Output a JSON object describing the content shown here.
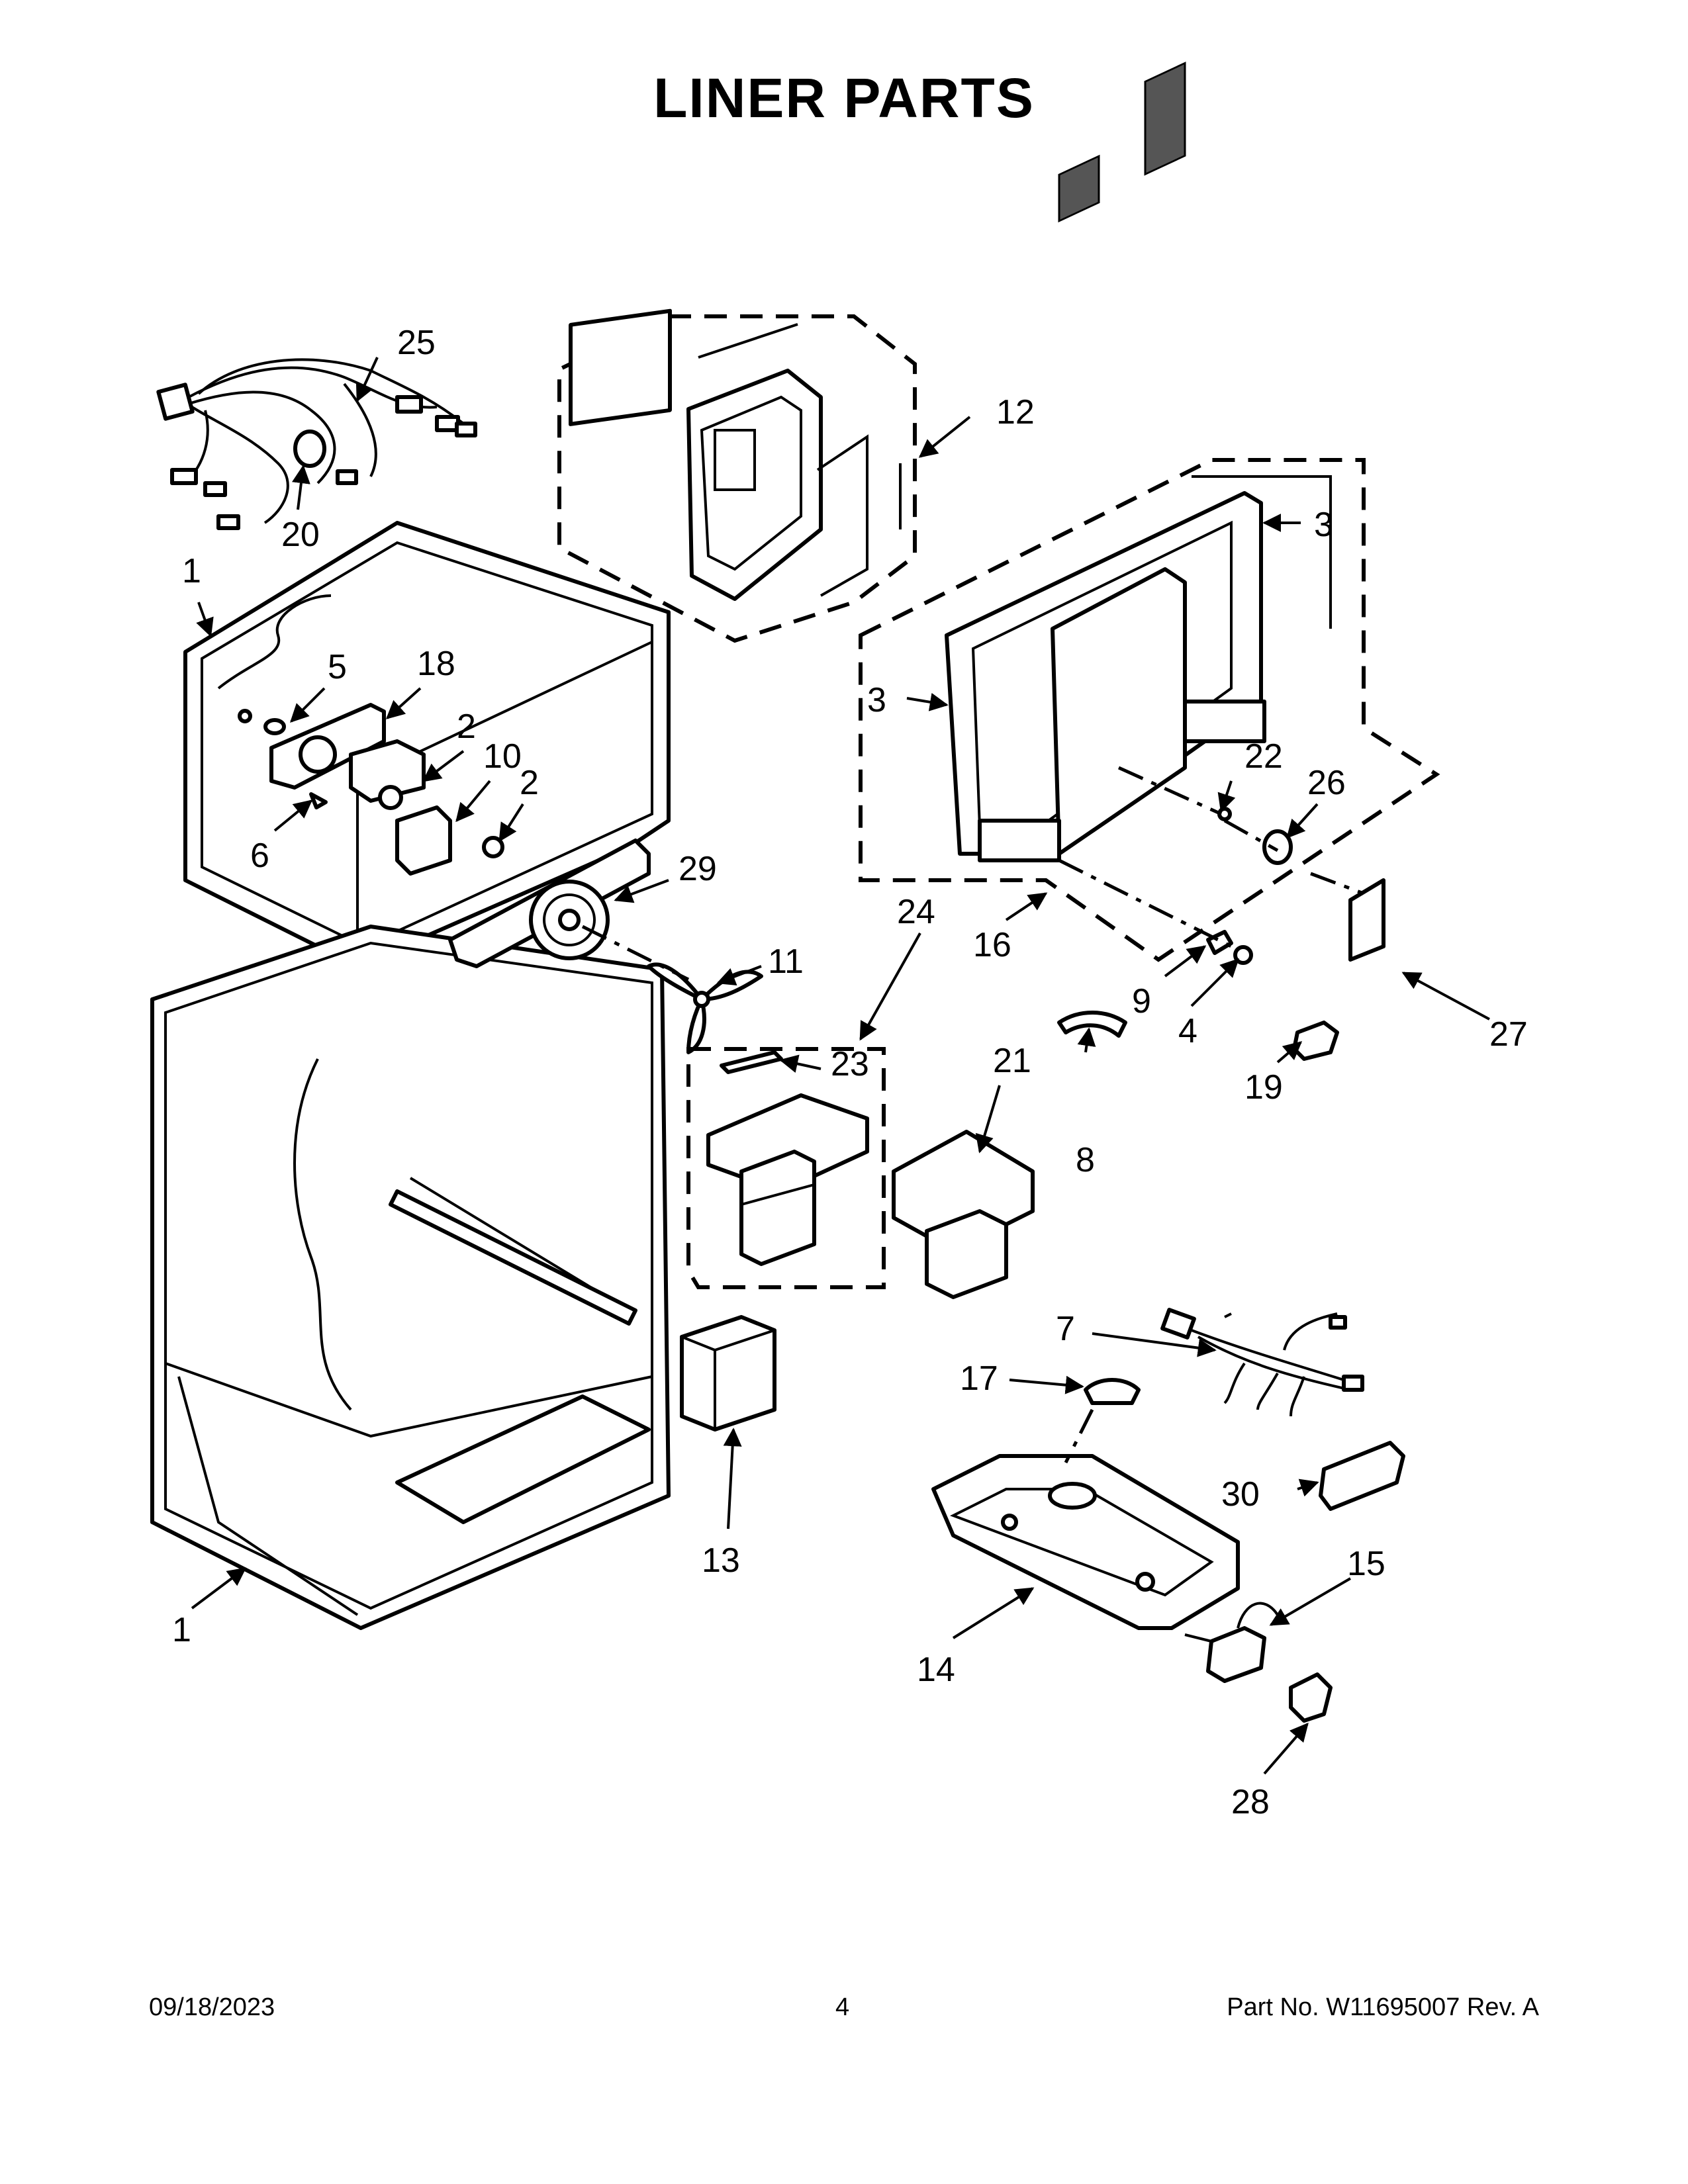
{
  "title": "LINER PARTS",
  "callouts": {
    "c1": "1",
    "c2": "2",
    "c3": "3",
    "c4": "4",
    "c5": "5",
    "c6": "6",
    "c7": "7",
    "c8": "8",
    "c9": "9",
    "c10": "10",
    "c11": "11",
    "c12": "12",
    "c13": "13",
    "c14": "14",
    "c15": "15",
    "c16": "16",
    "c17": "17",
    "c18": "18",
    "c19": "19",
    "c20": "20",
    "c21": "21",
    "c22": "22",
    "c23": "23",
    "c24": "24",
    "c25": "25",
    "c26": "26",
    "c27": "27",
    "c28": "28",
    "c29": "29",
    "c30": "30"
  },
  "footer": {
    "date": "09/18/2023",
    "page": "4",
    "part": "Part No.  W11695007  Rev.  A"
  }
}
